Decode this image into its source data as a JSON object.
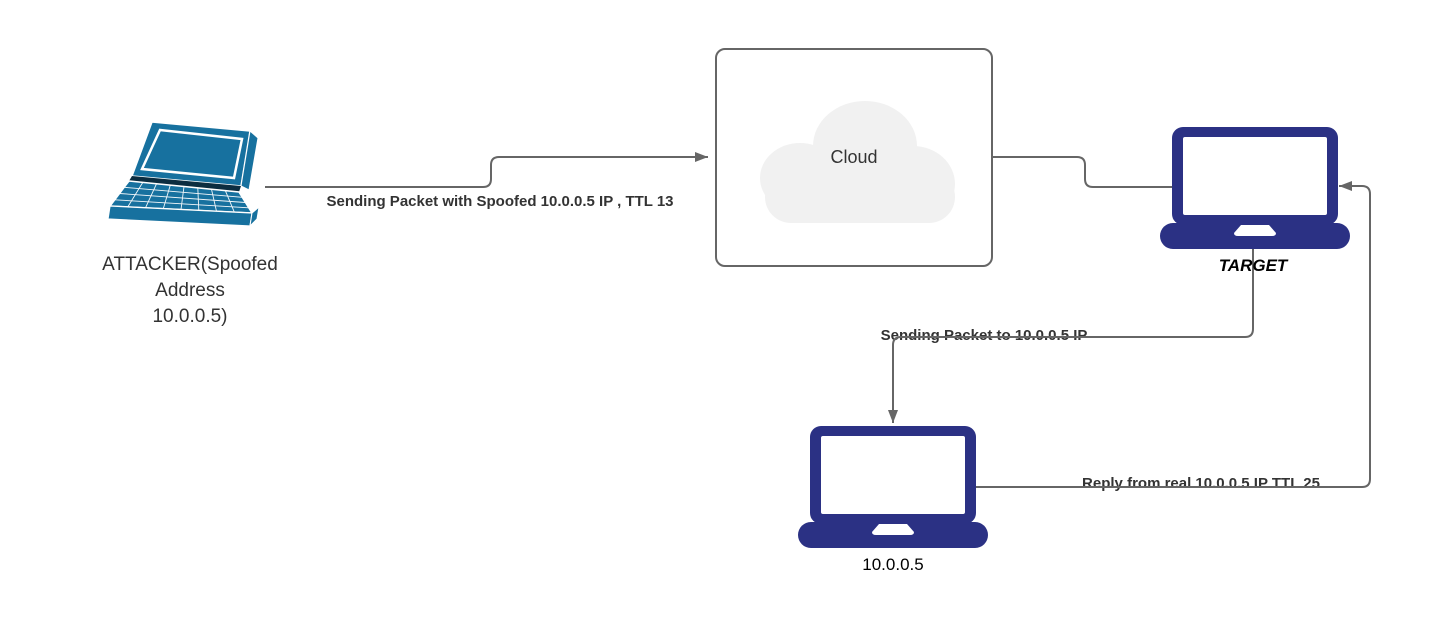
{
  "diagram": {
    "type": "network-attack-flow",
    "background": "#ffffff"
  },
  "nodes": {
    "attacker": {
      "icon": "laptop-3d-icon",
      "label_lines": [
        "ATTACKER(Spoofed",
        "Address",
        "10.0.0.5)"
      ],
      "color": "#17719f"
    },
    "cloud": {
      "label": "Cloud",
      "icon": "cloud-icon",
      "fill": "#f1f1f1",
      "border_color": "#666666"
    },
    "target": {
      "icon": "laptop-front-icon",
      "label": "TARGET",
      "color": "#2b3184"
    },
    "real_host": {
      "icon": "laptop-front-icon",
      "label": "10.0.0.5",
      "color": "#2b3184"
    }
  },
  "edges": [
    {
      "id": "attacker-to-cloud",
      "label": "Sending Packet with Spoofed 10.0.0.5 IP , TTL 13",
      "from": "attacker",
      "to": "cloud",
      "arrowhead": "right"
    },
    {
      "id": "cloud-to-target",
      "label": "",
      "from": "cloud",
      "to": "target",
      "arrowhead": "none"
    },
    {
      "id": "target-to-real-host",
      "label": "Sending Packet to 10.0.0.5 IP",
      "from": "target",
      "to": "real_host",
      "arrowhead": "down"
    },
    {
      "id": "real-host-to-target",
      "label": "Reply from real 10.0.0.5 IP TTL 25",
      "from": "real_host",
      "to": "target",
      "arrowhead": "left"
    }
  ],
  "colors": {
    "connector": "#666666",
    "edge_label_text": "#333333",
    "node_label_text": "#000000",
    "attacker_laptop": "#17719f",
    "navy_laptop": "#2b3184",
    "cloud_fill": "#f1f1f1",
    "canvas_background": "#ffffff"
  }
}
